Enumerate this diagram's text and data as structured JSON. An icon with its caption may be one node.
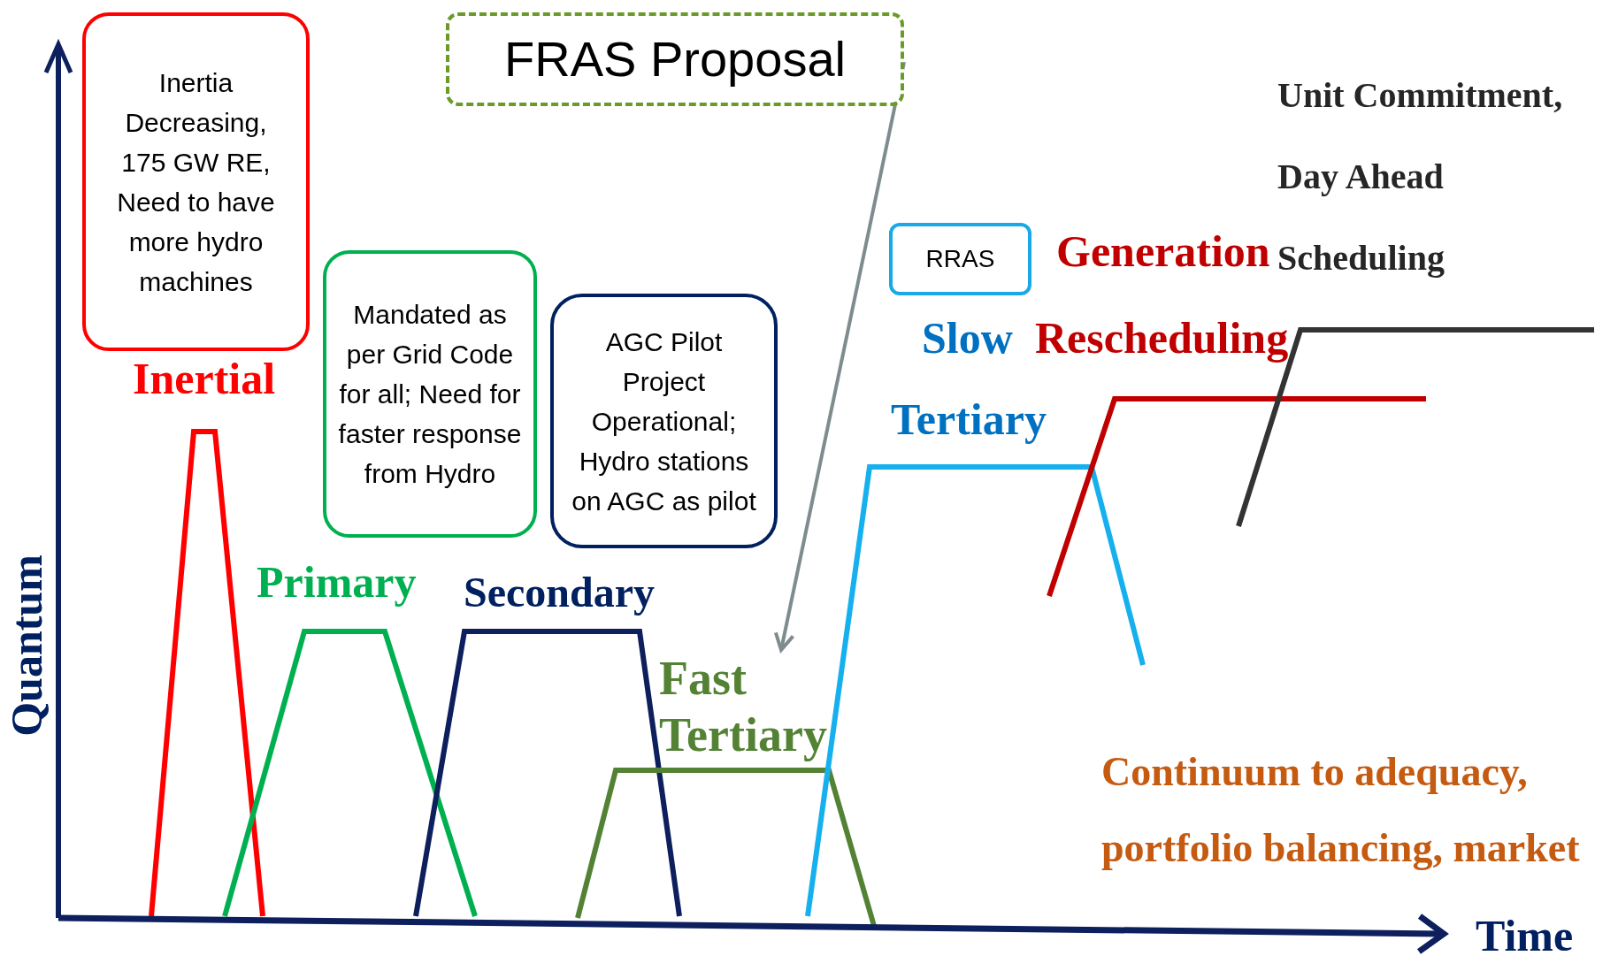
{
  "diagram": {
    "nodes": [
      {
        "text": [
          "Inertia Decreasing, 175 GW RE, Need to have more hydro machines"
        ]
      },
      {
        "text": [
          "Mandated as per Grid Code for all; Need for faster response from Hydro"
        ]
      },
      {
        "text": [
          "AGC Pilot Project Operational; Hydro stations  on AGC as pilot"
        ]
      },
      {
        "text": [
          "FRAS Proposal"
        ]
      },
      {
        "text": [
          "RRAS"
        ]
      },
      {
        "text": [
          "Fast Tertiary"
        ]
      }
    ],
    "edges": [
      {
        "from": 3,
        "to": 5,
        "arrow": "to",
        "color": "#7f8c8d"
      }
    ],
    "labels": [
      "Inertial",
      "Primary",
      "Secondary",
      "Unit Commitment, Day Ahead Scheduling",
      "Generation",
      "Slow",
      "Rescheduling",
      "Tertiary",
      "Continuum to adequacy, portfolio balancing, market",
      "Quantum",
      "Time"
    ]
  }
}
